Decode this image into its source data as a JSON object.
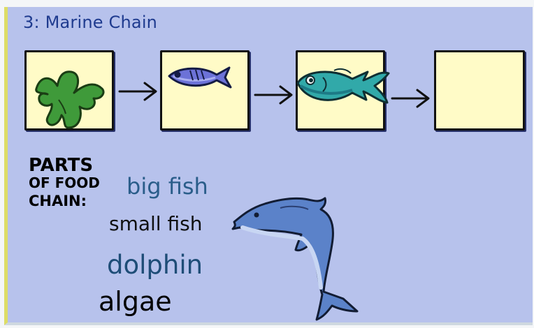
{
  "activity": {
    "title": "3: Marine Chain"
  },
  "chain": {
    "slots": [
      {
        "content": "algae-icon"
      },
      {
        "content": "small-fish-icon"
      },
      {
        "content": "big-fish-icon"
      },
      {
        "content": "empty"
      }
    ]
  },
  "parts_label": {
    "line1": "PARTS",
    "line2": "OF FOOD",
    "line3": "CHAIN:"
  },
  "word_bank": [
    {
      "label": "big fish",
      "color": "#2a5d8a"
    },
    {
      "label": "small fish",
      "color": "#101010"
    },
    {
      "label": "dolphin",
      "color": "#1e4d77"
    },
    {
      "label": "algae",
      "color": "#000000"
    }
  ],
  "colors": {
    "background": "#b7c2ec",
    "slot_fill": "#fffbc7",
    "title": "#1f3b8f"
  }
}
